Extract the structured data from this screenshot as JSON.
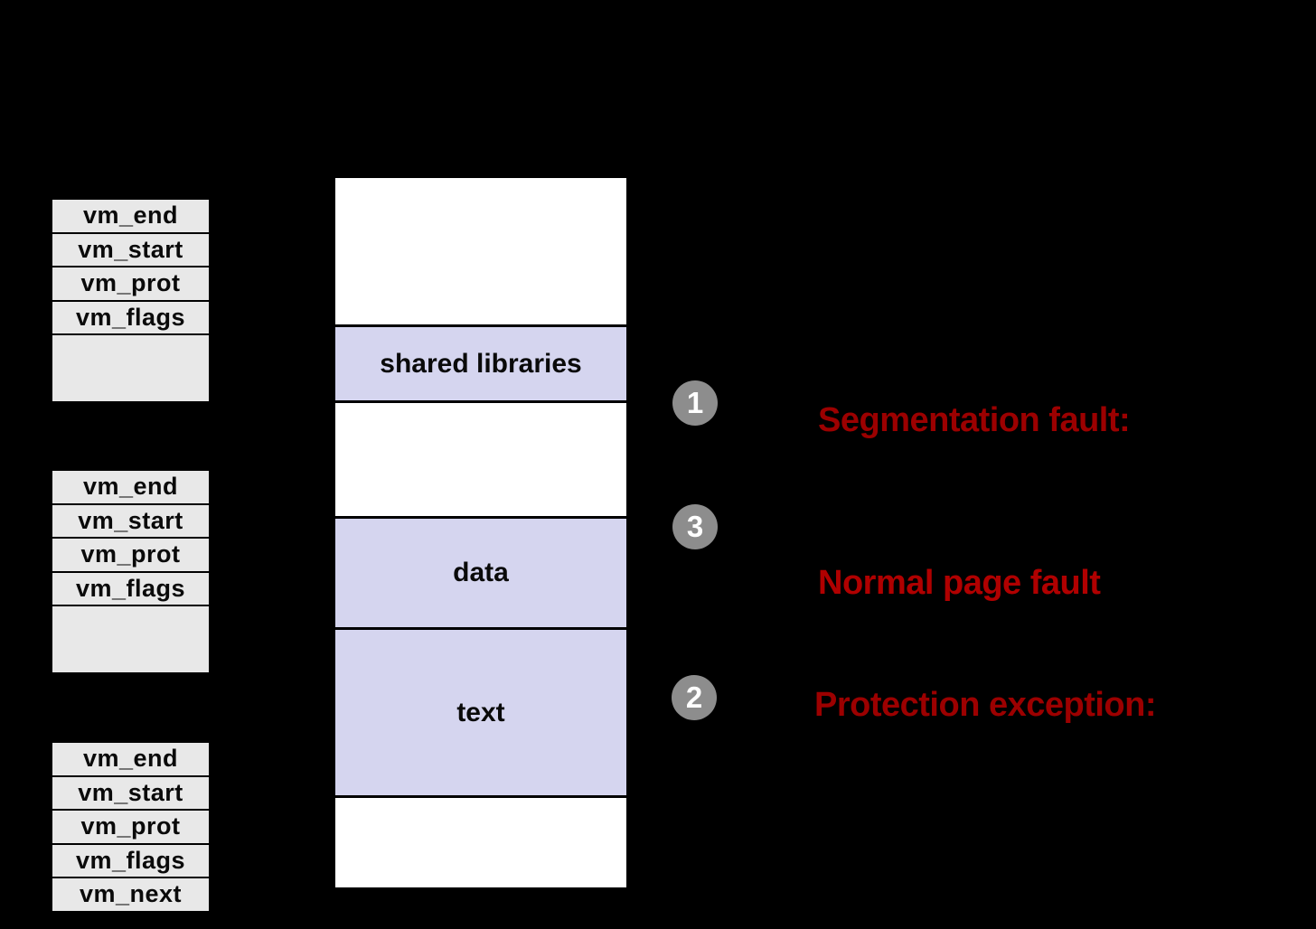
{
  "diagram": {
    "vma_tables": [
      {
        "fields": [
          "vm_end",
          "vm_start",
          "vm_prot",
          "vm_flags"
        ],
        "has_empty_footer": true
      },
      {
        "fields": [
          "vm_end",
          "vm_start",
          "vm_prot",
          "vm_flags"
        ],
        "has_empty_footer": true
      },
      {
        "fields": [
          "vm_end",
          "vm_start",
          "vm_prot",
          "vm_flags",
          "vm_next"
        ],
        "has_empty_footer": false
      }
    ],
    "memory_segments": [
      {
        "label": "shared libraries"
      },
      {
        "label": "data"
      },
      {
        "label": "text"
      }
    ],
    "callouts": [
      {
        "number": "1",
        "label": "Segmentation fault:"
      },
      {
        "number": "3",
        "label": "Normal page fault"
      },
      {
        "number": "2",
        "label": "Protection exception:"
      }
    ],
    "colors": {
      "background": "#000000",
      "table_fill": "#e8e8e8",
      "segment_fill": "#d5d5ef",
      "unused_fill": "#ffffff",
      "badge_fill": "#8d8d8d",
      "badge_text": "#ffffff",
      "fault_red_dark": "#9c0000",
      "fault_red_bright": "#b00000",
      "label_text": "#0a0a0a"
    }
  }
}
